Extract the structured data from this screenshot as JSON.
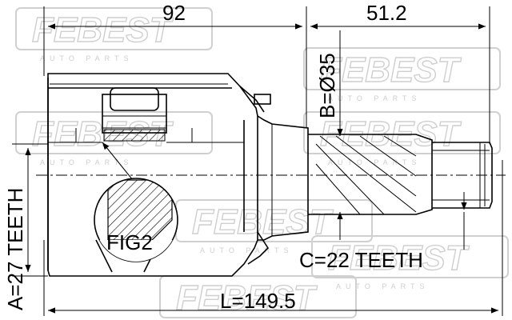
{
  "watermark": {
    "brand": "FEBEST",
    "subtitle": "AUTO PARTS"
  },
  "dimensions": {
    "housing_length": "92",
    "shaft_length": "51.2",
    "diameter_b": "B=Ø35",
    "teeth_a": "A=27 TEETH",
    "teeth_c": "C=22 TEETH",
    "total_length": "L=149.5"
  },
  "detail_label": "FIG2"
}
